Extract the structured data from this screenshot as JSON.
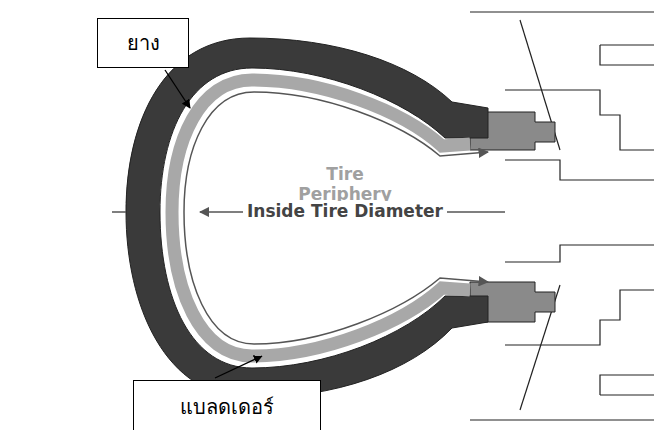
{
  "diagram": {
    "nodes": [
      {
        "text": [
          "ยาง"
        ]
      },
      {
        "text": [
          "แบลดเดอร์"
        ]
      }
    ],
    "labels": [
      "Tire Periphery",
      "Inside Tire Diameter"
    ]
  }
}
